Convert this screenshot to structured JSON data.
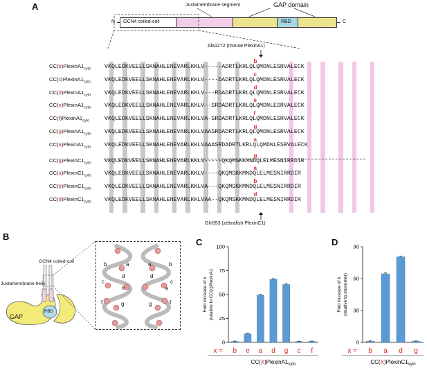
{
  "panels": {
    "a": "A",
    "b": "B",
    "c": "C",
    "d": "D"
  },
  "domain": {
    "n_term": "N",
    "c_term": "C",
    "gcn4": "GCN4 coiled-coil",
    "jm": "Juxtamembrane segment",
    "gap": "GAP domain",
    "rbd": "RBD"
  },
  "annotations": {
    "top": "Ala1272 (mouse PlexinA1)",
    "bottom": "Gln553 (zebrafish PlexinC1)"
  },
  "sequences": [
    {
      "prefix": "CC(",
      "pos": "b",
      "suffix": ")PlexinA1",
      "sub": "cyto",
      "seq": "VKQLEDKVEELLSKNAHLENEVARLKKLV-----ADRTLKRLQLQMDNLESRVALECK",
      "mark": "b"
    },
    {
      "prefix": "CC(",
      "pos": "c",
      "suffix": ")PlexinA1",
      "sub": "cyto",
      "seq": "VKQLEDKVEELLSKNAHLENEVARLKKLV----DADRTLKRLQLQMDNLESRVALECK",
      "mark": "c"
    },
    {
      "prefix": "CC(",
      "pos": "d",
      "suffix": ")PlexinA1",
      "sub": "cyto",
      "seq": "VKQLEDKVEELLSKNAHLENEVARLKKLV---RDADRTLKRLQLQMDNLESRVALECK",
      "mark": "d"
    },
    {
      "prefix": "CC(",
      "pos": "e",
      "suffix": ")PlexinA1",
      "sub": "cyto",
      "seq": "VKQLEDKVEELLSKNAHLENEVARLKKLV--SRDADRTLKRLQLQMDNLESRVALECK",
      "mark": "e"
    },
    {
      "prefix": "CC(",
      "pos": "f",
      "suffix": ")PlexinA1",
      "sub": "cyto",
      "seq": "VKQLEDKVEELLSKNAHLENEVARLKKLVA-SRDADRTLKRLQLQMDNLESRVALECK",
      "mark": "f"
    },
    {
      "prefix": "CC(",
      "pos": "g",
      "suffix": ")PlexinA1",
      "sub": "cyto",
      "seq": "VKQLEDKVEELLSKNAHLENEVARLKKLVAASRDADRTLKRLQLQMDNLESRVALECK",
      "mark": "g"
    },
    {
      "prefix": "CC(",
      "pos": "a",
      "suffix": ")PlexinA1",
      "sub": "cyto",
      "seq": "VKQLEDKVEELLSKNAHLENEVARLKKLVAAASRDADRTLKRLQLQMDNLESRVALECK",
      "mark": "a"
    },
    {
      "prefix": "CC(",
      "pos": "g",
      "suffix": ")PlexinC1",
      "sub": "cyto",
      "seq": "VKQLEDKVEELLSKNAHLENEVARLKKLV-----QKQMSKKMNDQLELMESNIRRDIR",
      "mark": "g"
    },
    {
      "prefix": "CC(",
      "pos": "a",
      "suffix": ")PlexinC1",
      "sub": "cyto",
      "seq": "VKQLEDKVEELLSKNAHLENEVARLKKLV----QKQMSKKMNDQLELMESNIRRDIR",
      "mark": "a"
    },
    {
      "prefix": "CC(",
      "pos": "b",
      "suffix": ")PlexinC1",
      "sub": "cyto",
      "seq": "VKQLEDKVEELLSKNAHLENEVARLKKLVA---QKQMSKKMNDQLELMESNIRRDIR",
      "mark": "b"
    },
    {
      "prefix": "CC(",
      "pos": "d",
      "suffix": ")PlexinC1",
      "sub": "cyto",
      "seq": "VKQLEDKVEELLSKNAHLENEVARLKKLVAA--QKQMSKKMNDQLELMESNIRRDIR",
      "mark": "d"
    }
  ],
  "panel_b": {
    "gcn4_label": "GCN4 coiled-coil",
    "jm_label": "Juxtamembrane helix",
    "gap": "GAP",
    "rbd": "RBD",
    "left_helix": [
      "b",
      "a",
      "d",
      "c",
      "e",
      "f",
      "g"
    ],
    "right_helix": [
      "a",
      "b",
      "d",
      "e",
      "c",
      "g",
      "f"
    ]
  },
  "chart_data": [
    {
      "type": "bar",
      "ylabel_lines": [
        "Fold increase of k",
        "(relative to CC(c)PlexinA1"
      ],
      "ylabel": "Fold increase of kcat/KM (relative to CC(c)PlexinA1cyto)",
      "ylim": [
        0,
        100
      ],
      "yticks": [
        "0",
        "25",
        "50",
        "75",
        "100"
      ],
      "x_prefix": "x =",
      "categories": [
        "b",
        "e",
        "a",
        "d",
        "g",
        "c",
        "f"
      ],
      "values": [
        1.0,
        9.0,
        49.5,
        66.0,
        60.5,
        1.0,
        1.0
      ],
      "errors": [
        0.4,
        0.5,
        0.6,
        0.6,
        0.6,
        0.3,
        0.4
      ],
      "xlabel_pre": "CC(",
      "xlabel_x": "X",
      "xlabel_post": ")PlexinA1",
      "xlabel_sub": "cyto",
      "color": "#5b9bd5"
    },
    {
      "type": "bar",
      "ylabel_lines": [
        "Fold increase of k",
        "(relative to monomer)"
      ],
      "ylabel": "Fold increase of kcat/KM (relative to monomer)",
      "ylim": [
        0,
        90
      ],
      "yticks": [
        "0",
        "30",
        "60",
        "90"
      ],
      "x_prefix": "x =",
      "categories": [
        "b",
        "a",
        "d",
        "g"
      ],
      "values": [
        1.0,
        64.5,
        80.5,
        1.0
      ],
      "errors": [
        0.4,
        0.8,
        0.6,
        0.4
      ],
      "xlabel_pre": "CC(",
      "xlabel_x": "X",
      "xlabel_post": ")PlexinC1",
      "xlabel_sub": "cyto",
      "color": "#5b9bd5"
    }
  ]
}
